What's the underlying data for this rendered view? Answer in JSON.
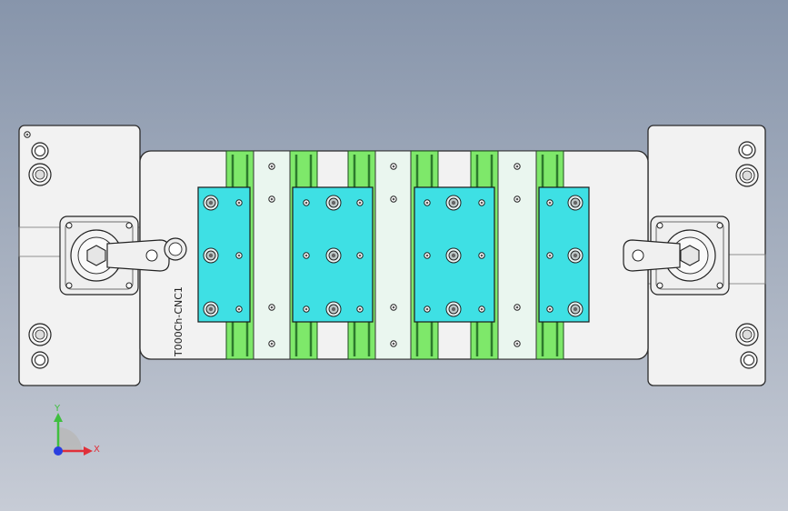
{
  "model": {
    "engraved_text": "T000Ch-CNC1"
  },
  "triad": {
    "x_label": "X",
    "y_label": "Y",
    "x_color": "#e0303a",
    "y_color": "#3fbf3f",
    "z_color": "#2a3fe0"
  },
  "colors": {
    "fixture_plate": "#f2f2f2",
    "outline": "#2b2b2b",
    "pad_cyan": "#3ee0e4",
    "rail_green": "#7ee86a"
  }
}
